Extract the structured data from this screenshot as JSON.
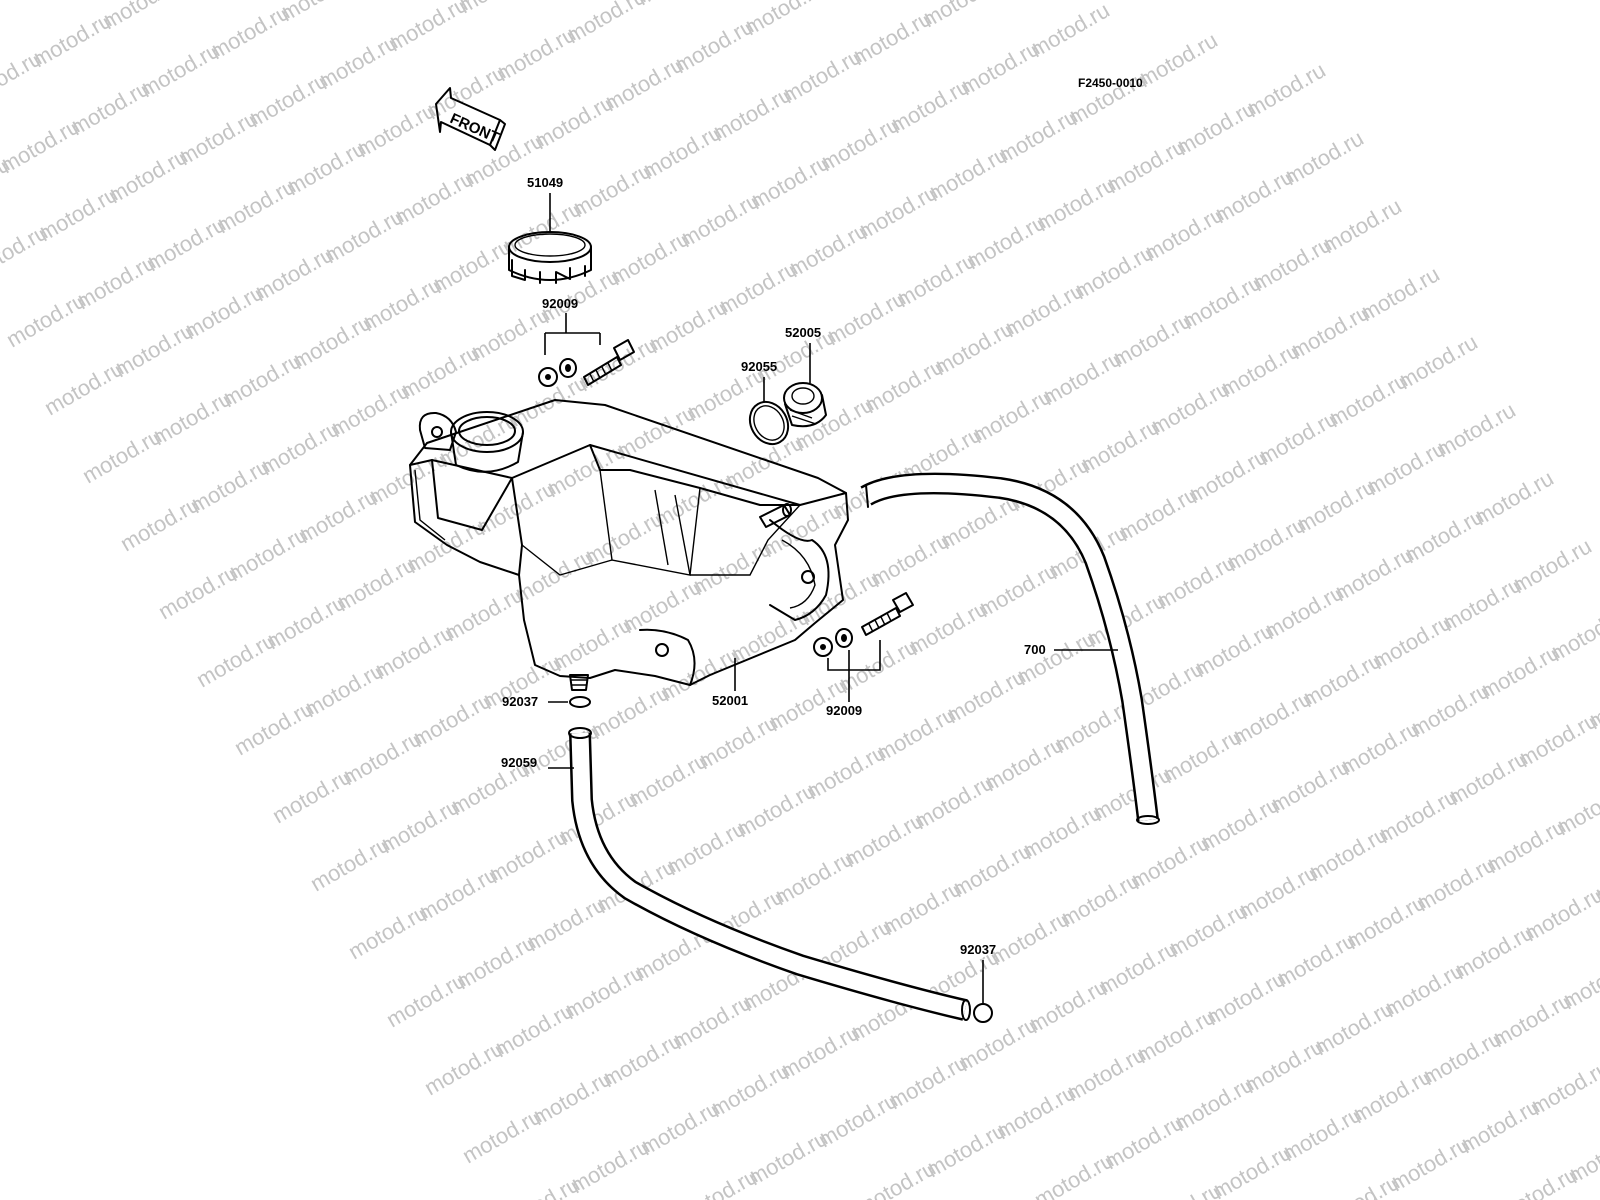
{
  "diagram": {
    "code": "F2450-0010",
    "front_label": "FRONT",
    "watermark_text": "motod.ru",
    "labels": {
      "cap": "51049",
      "bolt_set_upper": "92009",
      "plug": "52005",
      "plug_gasket": "92055",
      "tank": "52001",
      "bolt_set_lower": "92009",
      "hose_long": "700",
      "drain_clip": "92037",
      "drain_hose": "92059",
      "hose_end_clip": "92037"
    }
  }
}
